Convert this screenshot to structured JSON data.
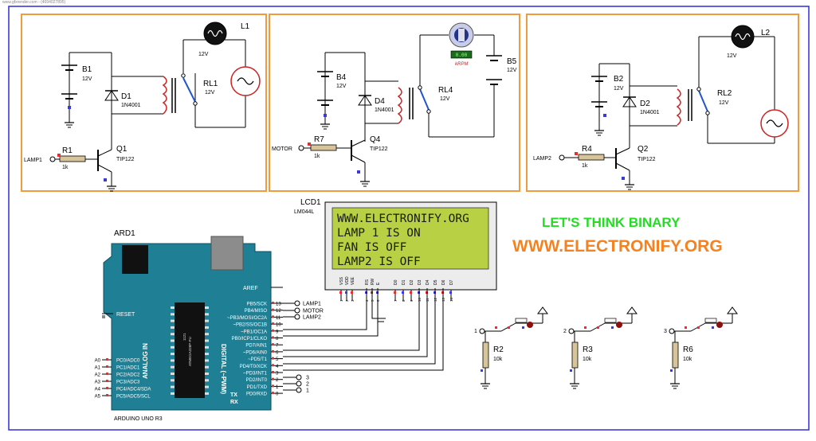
{
  "header_text": "www.gfxrender.com - (4694027895)",
  "banner": {
    "line1": "LET'S THINK BINARY",
    "line2": "WWW.ELECTRONIFY.ORG",
    "line1_color": "#22dd22",
    "line2_color": "#f5821f"
  },
  "colors": {
    "panel_border": "#f29b3c",
    "sheet_border": "#2d2dd8",
    "arduino_body": "#1f7f94",
    "lcd_screen": "#b8d044",
    "pin_red": "#e53030",
    "pin_blue": "#3a3ad8"
  },
  "panel1": {
    "battery_label": "B1",
    "battery_value": "12V",
    "diode_label": "D1",
    "diode_part": "1N4001",
    "lamp_label": "L1",
    "lamp_value": "12V",
    "relay_label": "RL1",
    "relay_value": "12V",
    "resistor_label": "R1",
    "resistor_value": "1k",
    "transistor_label": "Q1",
    "transistor_part": "TIP122",
    "terminal_label": "LAMP1"
  },
  "panel2": {
    "battery_label": "B4",
    "battery_value": "12V",
    "battery2_label": "B5",
    "battery2_value": "12V",
    "diode_label": "D4",
    "diode_part": "1N4001",
    "relay_label": "RL4",
    "relay_value": "12V",
    "motor_display": "0.00",
    "motor_unit": "kRPM",
    "resistor_label": "R7",
    "resistor_value": "1k",
    "transistor_label": "Q4",
    "transistor_part": "TIP122",
    "terminal_label": "MOTOR"
  },
  "panel3": {
    "battery_label": "B2",
    "battery_value": "12V",
    "diode_label": "D2",
    "diode_part": "1N4001",
    "lamp_label": "L2",
    "lamp_value": "12V",
    "relay_label": "RL2",
    "relay_value": "12V",
    "resistor_label": "R4",
    "resistor_value": "1k",
    "transistor_label": "Q2",
    "transistor_part": "TIP122",
    "terminal_label": "LAMP2"
  },
  "lcd": {
    "label": "LCD1",
    "part": "LM044L",
    "lines": [
      "WWW.ELECTRONIFY.ORG",
      "LAMP 1 IS ON",
      "FAN IS OFF",
      "LAMP2 IS OFF"
    ],
    "pin_names": [
      "VSS",
      "VDD",
      "VEE",
      "RS",
      "RW",
      "E",
      "D0",
      "D1",
      "D2",
      "D3",
      "D4",
      "D5",
      "D6",
      "D7"
    ],
    "pin_numbers": [
      "1",
      "2",
      "3",
      "4",
      "5",
      "6",
      "7",
      "8",
      "9",
      "10",
      "11",
      "12",
      "13",
      "14"
    ]
  },
  "arduino": {
    "label": "ARD1",
    "model": "ARDUINO UNO R3",
    "aref": "AREF",
    "reset": "RESET",
    "chip_text": "ATMEGA328P-PU",
    "chip_num": "1121",
    "digital_title": "DIGITAL (~PWM)",
    "analog_title": "ANALOG IN",
    "tx": "TX",
    "rx": "RX",
    "analog_pins": [
      "A0",
      "A1",
      "A2",
      "A3",
      "A4",
      "A5"
    ],
    "analog_names": [
      "PC0/ADC0",
      "PC1/ADC1",
      "PC2/ADC2",
      "PC3/ADC3",
      "PC4/ADC4/SDA",
      "PC5/ADC5/SCL"
    ],
    "digital_names": [
      "PB5/SCK",
      "PB4/MISO",
      "~PB3/MOSI/OC2A",
      "~PB2/SS/OC1B",
      "~PB1/OC1A",
      "PB0/ICP1/CLKO",
      "PD7/AIN1",
      "~PD6/AIN0",
      "~PD5/T1",
      "PD4/T0/XCK",
      "~PD3/INT1",
      "PD2/INT0",
      "PD1/TXD",
      "PD0/RXD"
    ],
    "digital_numbers": [
      "13",
      "12",
      "11",
      "10",
      "9",
      "8",
      "7",
      "6",
      "5",
      "4",
      "3",
      "2",
      "1",
      "0"
    ],
    "terminals": [
      "LAMP1",
      "MOTOR",
      "LAMP2"
    ],
    "button_terminals": [
      "3",
      "2",
      "1"
    ]
  },
  "buttons": [
    {
      "terminal": "1",
      "resistor_label": "R2",
      "resistor_value": "10k"
    },
    {
      "terminal": "2",
      "resistor_label": "R3",
      "resistor_value": "10k"
    },
    {
      "terminal": "3",
      "resistor_label": "R6",
      "resistor_value": "10k"
    }
  ]
}
